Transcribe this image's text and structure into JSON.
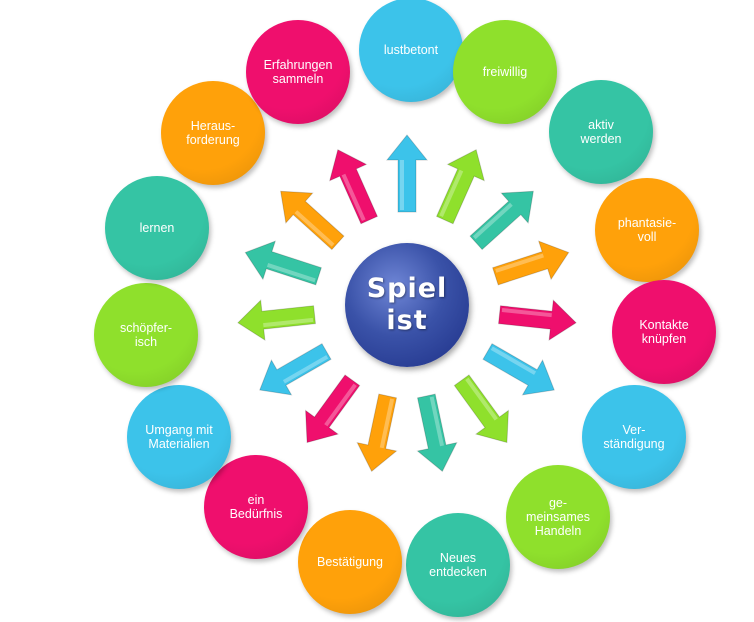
{
  "center": {
    "line1": "Spiel",
    "line2": "ist"
  },
  "colors": {
    "cyan": "#3cc3ea",
    "lime": "#8fe02c",
    "teal": "#35c4a4",
    "orange": "#ffa10a",
    "magenta": "#ef0f6d"
  },
  "items": [
    {
      "label": "lustbetont",
      "color": "cyan"
    },
    {
      "label": "freiwillig",
      "color": "lime"
    },
    {
      "label": "aktiv\nwerden",
      "color": "teal"
    },
    {
      "label": "phantasie-\nvoll",
      "color": "orange"
    },
    {
      "label": "Kontakte\nknüpfen",
      "color": "magenta"
    },
    {
      "label": "Ver-\nständigung",
      "color": "cyan"
    },
    {
      "label": "ge-\nmeinsames\nHandeln",
      "color": "lime"
    },
    {
      "label": "Neues\nentdecken",
      "color": "teal"
    },
    {
      "label": "Bestätigung",
      "color": "orange"
    },
    {
      "label": "ein\nBedürfnis",
      "color": "magenta"
    },
    {
      "label": "Umgang mit\nMaterialien",
      "color": "cyan"
    },
    {
      "label": "schöpfer-\nisch",
      "color": "lime"
    },
    {
      "label": "lernen",
      "color": "teal"
    },
    {
      "label": "Heraus-\nforderung",
      "color": "orange"
    },
    {
      "label": "Erfahrungen\nsammeln",
      "color": "magenta"
    }
  ]
}
